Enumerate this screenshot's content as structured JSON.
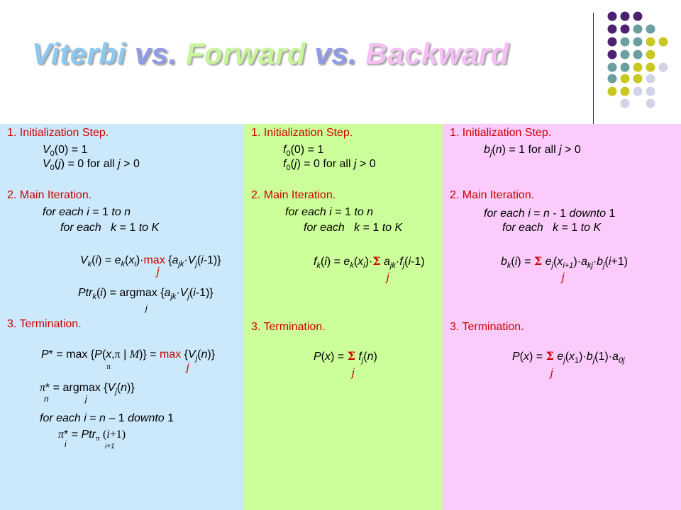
{
  "title": {
    "parts": [
      {
        "text": "Viterbi",
        "color": "#8cc8f0"
      },
      {
        "text": " vs. ",
        "color": "#8f9ae8"
      },
      {
        "text": "Forward",
        "color": "#c8f59b"
      },
      {
        "text": " vs. ",
        "color": "#8f9ae8"
      },
      {
        "text": "Backward",
        "color": "#f5c0f5"
      }
    ]
  },
  "colors": {
    "viterbi_bg": "#cce8fb",
    "forward_bg": "#ccff99",
    "backward_bg": "#fbccfb",
    "heading": "#cc0000",
    "dot_purple": "#4b2170",
    "dot_teal": "#6b9fa0",
    "dot_yellow": "#c8c822",
    "dot_lavender": "#d3d3e8"
  },
  "viterbi": {
    "init_heading": "1.  Initialization Step.",
    "init_1": {
      "lhs_var": "V",
      "lhs_sub": "0",
      "lhs_arg": "(0) = 1"
    },
    "init_2": {
      "lhs_var": "V",
      "lhs_sub": "0",
      "open": "(",
      "idx": "j",
      "mid": ") = 0 for all ",
      "cond_var": "j",
      "cond_rest": " > 0"
    },
    "main_heading": "2.  Main Iteration.",
    "loop_1": "for each i = 1 to n",
    "loop_2": "for each   k = 1 to K",
    "rec": "Vk(i) = ek(xi)·max {ajk·Vj(i-1)}",
    "rec_j": "j",
    "ptr": "Ptrk(i) = argmax {ajk·Vj(i-1)}",
    "ptr_j": "j",
    "term_heading": "3.  Termination.",
    "pstar": "P* = max {P(x,π | M)} = max {Vj(n)}",
    "pstar_pi": "π",
    "pstar_j": "j",
    "pistar": "π* = argmax {Vj(n)}",
    "pistar_n": "n",
    "pistar_j": "j",
    "trace_loop": "for each i = n – 1 downto 1",
    "trace": "π* = Ptrπ(i+1)",
    "trace_i": "i",
    "trace_sub": "i+1"
  },
  "forward": {
    "init_heading": "1.  Initialization Step.",
    "init_1": "f0(0) = 1",
    "init_2": "f0(j) = 0 for all j > 0",
    "main_heading": "2.  Main Iteration.",
    "loop_1": "for each i = 1 to n",
    "loop_2": "for each   k = 1 to K",
    "rec": "fk(i) = ek(xi)·Σ ajk·fj(i-1)",
    "rec_j": "j",
    "term_heading": "3.  Termination.",
    "term": "P(x) = Σ fj(n)",
    "term_j": "j"
  },
  "backward": {
    "init_heading": "1.  Initialization Step.",
    "init_1": "bj(n) = 1 for all j > 0",
    "main_heading": "2.  Main Iteration.",
    "loop_1": "for each i = n - 1 downto 1",
    "loop_2": "for each   k = 1 to K",
    "rec": "bk(i) = Σ ej(xi+1)·akj·bj(i+1)",
    "rec_j": "j",
    "term_heading": "3.  Termination.",
    "term": "P(x) = Σ ej(x1)·bj(1)·a0j",
    "term_j": "j"
  }
}
